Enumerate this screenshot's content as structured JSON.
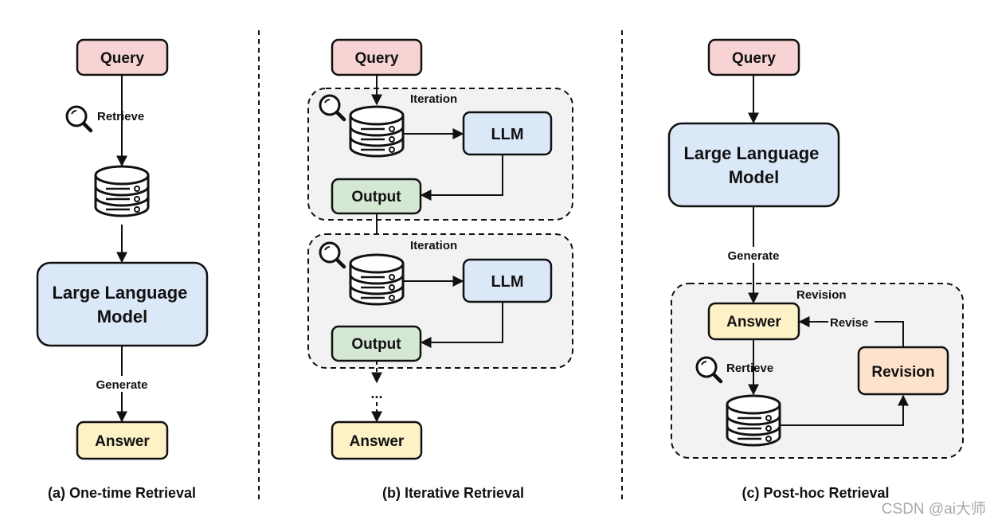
{
  "panels": {
    "a": {
      "caption": "(a) One-time Retrieval",
      "query": "Query",
      "retrieve": "Retrieve",
      "llm": [
        "Large Language",
        "Model"
      ],
      "generate": "Generate",
      "answer": "Answer"
    },
    "b": {
      "caption": "(b) Iterative Retrieval",
      "query": "Query",
      "iteration1": "Iteration",
      "iteration2": "Iteration",
      "llm1": "LLM",
      "llm2": "LLM",
      "output1": "Output",
      "output2": "Output",
      "ellipsis": "...",
      "answer": "Answer"
    },
    "c": {
      "caption": "(c) Post-hoc Retrieval",
      "query": "Query",
      "llm": [
        "Large Language",
        "Model"
      ],
      "generate": "Generate",
      "revision_group": "Revision",
      "answer": "Answer",
      "revise": "Revise",
      "retrieve": "Rertieve",
      "revision": "Revision"
    }
  },
  "watermark": "CSDN @ai大师",
  "colors": {
    "query": "#f7d3d3",
    "llm": "#dbe8f8",
    "answer": "#fdf1c6",
    "output": "#d5e8d4",
    "revision": "#fde2cc",
    "group": "#f2f2f2",
    "stroke": "#111111"
  }
}
